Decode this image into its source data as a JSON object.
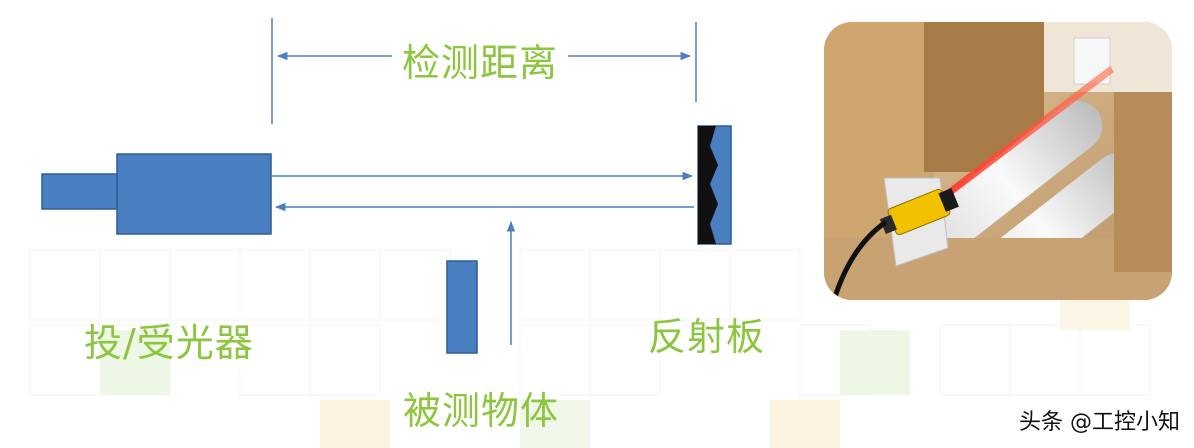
{
  "labels": {
    "distance": "检测距离",
    "emitter_receiver": "投/受光器",
    "object": "被测物体",
    "reflector": "反射板"
  },
  "watermark": "头条 @工控小知",
  "colors": {
    "component_fill": "#4a7fc1",
    "component_stroke": "#2e5d96",
    "arrow": "#4a7fc1",
    "label": "#8cc63f",
    "laser": "#e02020",
    "sensor_yellow": "#f2c200"
  },
  "photo": {
    "description_icon": "photoelectric-sensor-photo"
  }
}
